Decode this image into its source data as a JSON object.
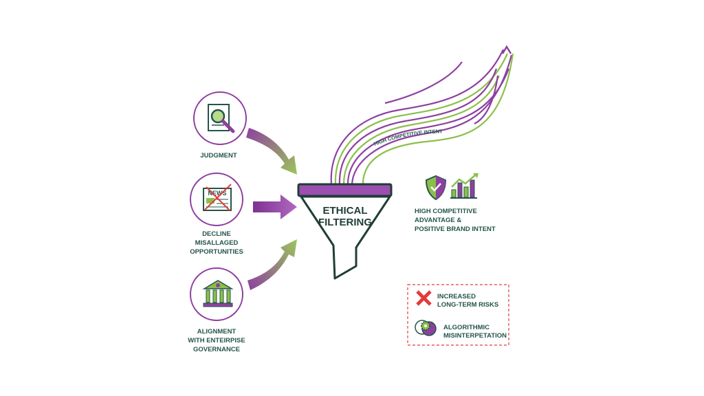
{
  "inputs": [
    {
      "label_lines": [
        "JUDGMENT"
      ],
      "icon": "document-magnifier-icon"
    },
    {
      "label_lines": [
        "DECLINE",
        "MISALLAGED",
        "OPPORTUNITIES"
      ],
      "icon": "crossed-news-icon",
      "icon_text": "NEWS"
    },
    {
      "label_lines": [
        "ALIGNMENT",
        "WITH ENTEIRPISE",
        "GOVERNANCE"
      ],
      "icon": "bank-building-icon"
    }
  ],
  "funnel": {
    "title_lines": [
      "ETHICAL",
      "FILTERING"
    ]
  },
  "stream": {
    "label": "HIGH COMPETITIVE INTENT"
  },
  "outcome": {
    "label_lines": [
      "HIGH COMPETITIVE",
      "ADVANTAGE &",
      "POSITIVE BRAND INTENT"
    ]
  },
  "risks": [
    {
      "label_lines": [
        "INCREASED",
        "LONG-TERM RISKS"
      ],
      "icon": "red-x-icon"
    },
    {
      "label_lines": [
        "ALGORITHMIC",
        "MISINTERPETATION"
      ],
      "icon": "brain-gear-icon"
    }
  ],
  "colors": {
    "purple": "#8e3fa0",
    "green": "#8cbf4a",
    "dark": "#1f3d36",
    "red": "#e33b3b"
  }
}
